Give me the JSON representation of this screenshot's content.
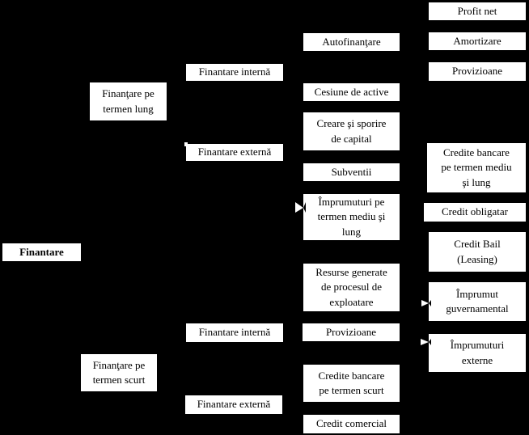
{
  "colors": {
    "background": "#000000",
    "box_fill": "#ffffff",
    "box_text": "#000000",
    "arrow_fragment": "#ffffff"
  },
  "nodes": {
    "finantare": "Finantare",
    "finantare_termen_lung": "Finanţare pe\ntermen lung",
    "finantare_interna_lung": "Finantare internă",
    "finantare_externa_lung": "Finantare externă",
    "autofinantare": "Autofinanţare",
    "cesiune_de_active": "Cesiune de active",
    "creare_sporire_capital": "Creare şi sporire\nde capital",
    "subventii": "Subventii",
    "imprumuturi_termen_mediu_lung": "Împrumuturi pe\ntermen mediu şi\nlung",
    "profit_net": "Profit net",
    "amortizare": "Amortizare",
    "provizioane_lung": "Provizioane",
    "credite_bancare_mediu_lung": "Credite bancare\npe termen mediu\nşi lung",
    "credit_obligatar": "Credit obligatar",
    "credit_bail": "Credit Bail\n(Leasing)",
    "imprumut_guvernamental": "Împrumut\nguvernamental",
    "imprumuturi_externe": "Împrumuturi\nexterne",
    "finantare_termen_scurt": "Finanţare pe\ntermen scurt",
    "finantare_interna_scurt": "Finantare internă",
    "finantare_externa_scurt": "Finantare externă",
    "resurse_generate": "Resurse generate\nde procesul de\nexploatare",
    "provizioane_scurt": "Provizioane",
    "credite_bancare_scurt": "Credite bancare\npe termen scurt",
    "credit_comercial": "Credit comercial"
  }
}
